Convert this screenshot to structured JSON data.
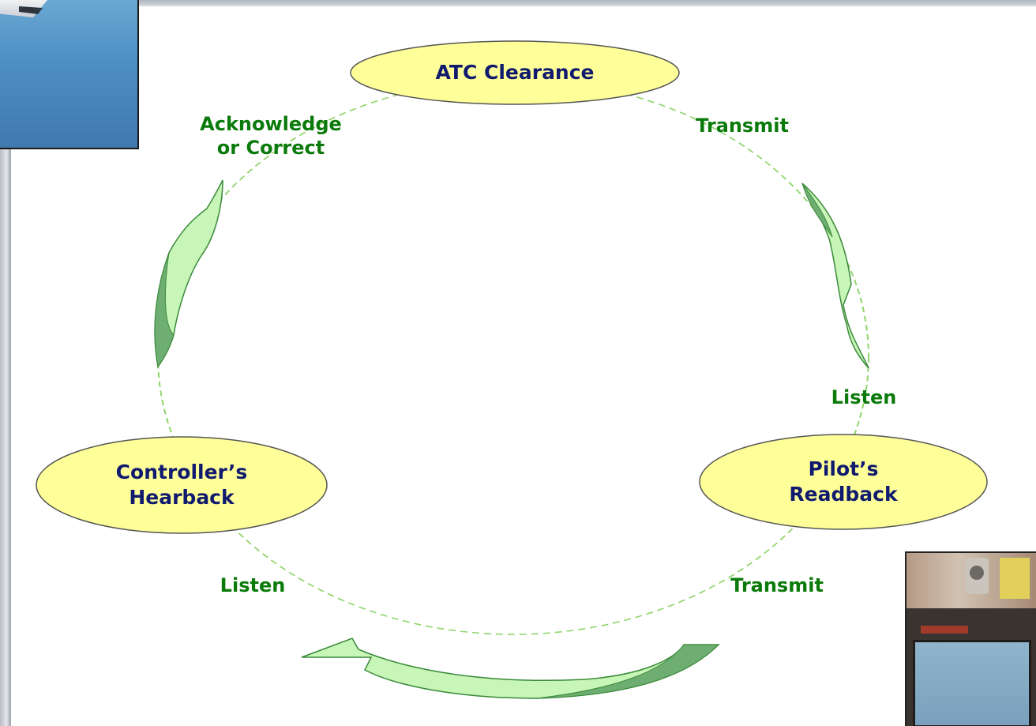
{
  "diagram": {
    "nodes": [
      {
        "id": "atc-clearance",
        "text": "ATC Clearance"
      },
      {
        "id": "pilots-readback",
        "text": "Pilot’s\nReadback"
      },
      {
        "id": "controllers-hearback",
        "text": "Controller’s\nHearback"
      }
    ],
    "labels": {
      "transmit_top": "Transmit",
      "listen_right": "Listen",
      "transmit_bottom": "Transmit",
      "listen_left": "Listen",
      "acknowledge": "Acknowledge\nor Correct"
    },
    "colors": {
      "node_fill": "#ffff99",
      "node_text": "#101a6e",
      "label_text": "#0a7a0a",
      "cycle_line": "#8fd46a",
      "arrow_light": "#c8f5b8",
      "arrow_dark": "#6fae72"
    }
  },
  "photos": {
    "top_left": "airplane-photo",
    "bottom_right": "control-tower-console-photo"
  }
}
